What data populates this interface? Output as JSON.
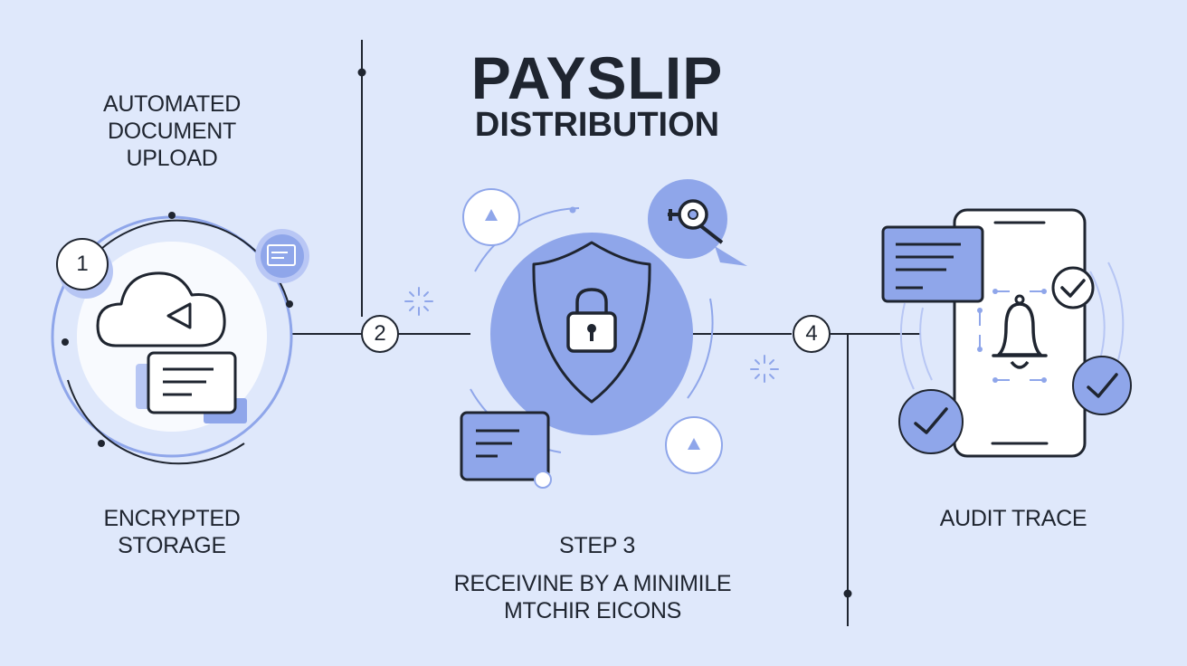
{
  "title": {
    "main": "PAYSLIP",
    "sub": "DISTRIBUTION"
  },
  "steps": {
    "step1": {
      "number": "1",
      "label_top": [
        "AUTOMATED",
        "DOCUMENT",
        "UPLOAD"
      ],
      "label_bottom": [
        "ENCRYPTED",
        "STORAGE"
      ]
    },
    "step2": {
      "number": "2"
    },
    "step3": {
      "heading": "STEP 3",
      "caption": [
        "RECEIVINE BY A MINIMILE",
        "MTCHIR EICONS"
      ]
    },
    "step4": {
      "number": "4",
      "label": "AUDIT TRACE"
    }
  },
  "colors": {
    "background": "#dfe8fb",
    "accent": "#8fa6ea",
    "accent_dark": "#6f88dc",
    "line": "#1f2530",
    "white": "#ffffff"
  },
  "icons": [
    "cloud-upload-icon",
    "document-icon",
    "shield-lock-icon",
    "key-icon",
    "bell-icon",
    "check-icon",
    "chat-document-icon",
    "phone-icon"
  ]
}
